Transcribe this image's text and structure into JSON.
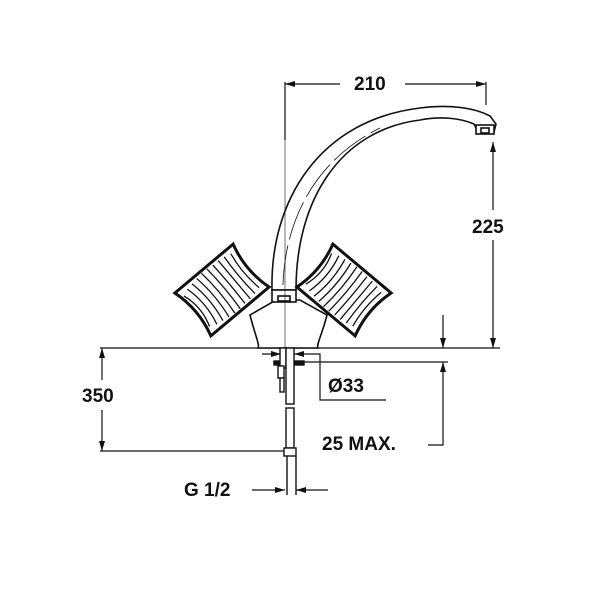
{
  "drawing": {
    "subject": "Two-handle kitchen mixer tap, technical dimension drawing",
    "line_color": "#111111",
    "background": "#ffffff"
  },
  "dimensions": {
    "spout_reach": "210",
    "spout_height": "225",
    "under_counter_length": "350",
    "hole_diameter": "Ø33",
    "max_counter_thickness": "25 MAX.",
    "connection_thread": "G 1/2"
  }
}
